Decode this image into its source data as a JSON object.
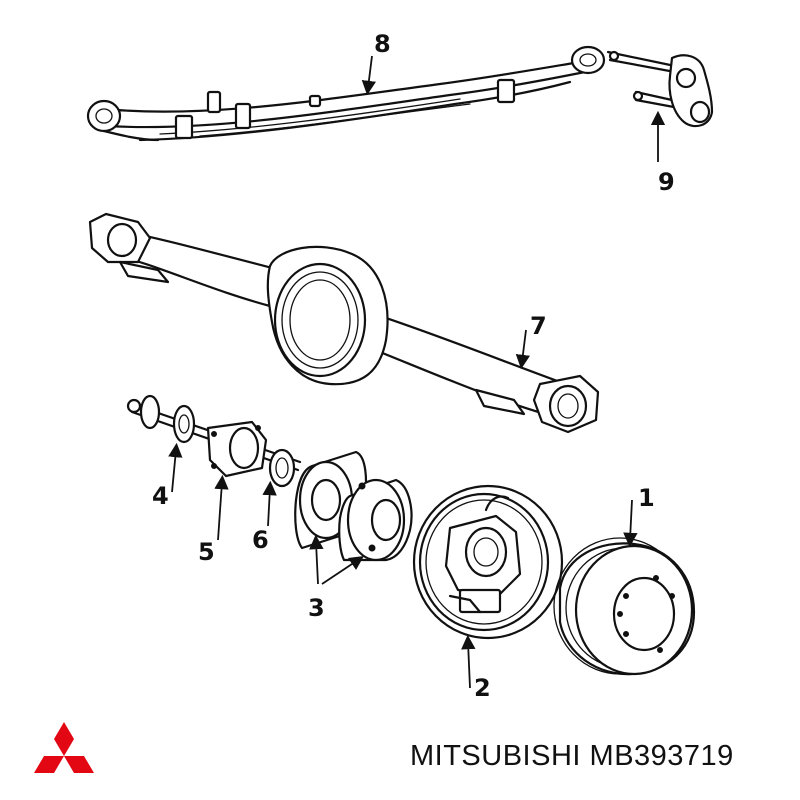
{
  "callouts": {
    "drum": "1",
    "backing_plate": "2",
    "bearing": "3",
    "axle_shaft": "4",
    "retainer": "5",
    "seal": "6",
    "axle_housing": "7",
    "leaf_spring": "8",
    "u_bolt": "9"
  },
  "brand": {
    "name": "MITSUBISHI",
    "part_number": "MB393719",
    "logo": "mitsubishi-three-diamonds-icon",
    "logo_color": "#e30613"
  }
}
